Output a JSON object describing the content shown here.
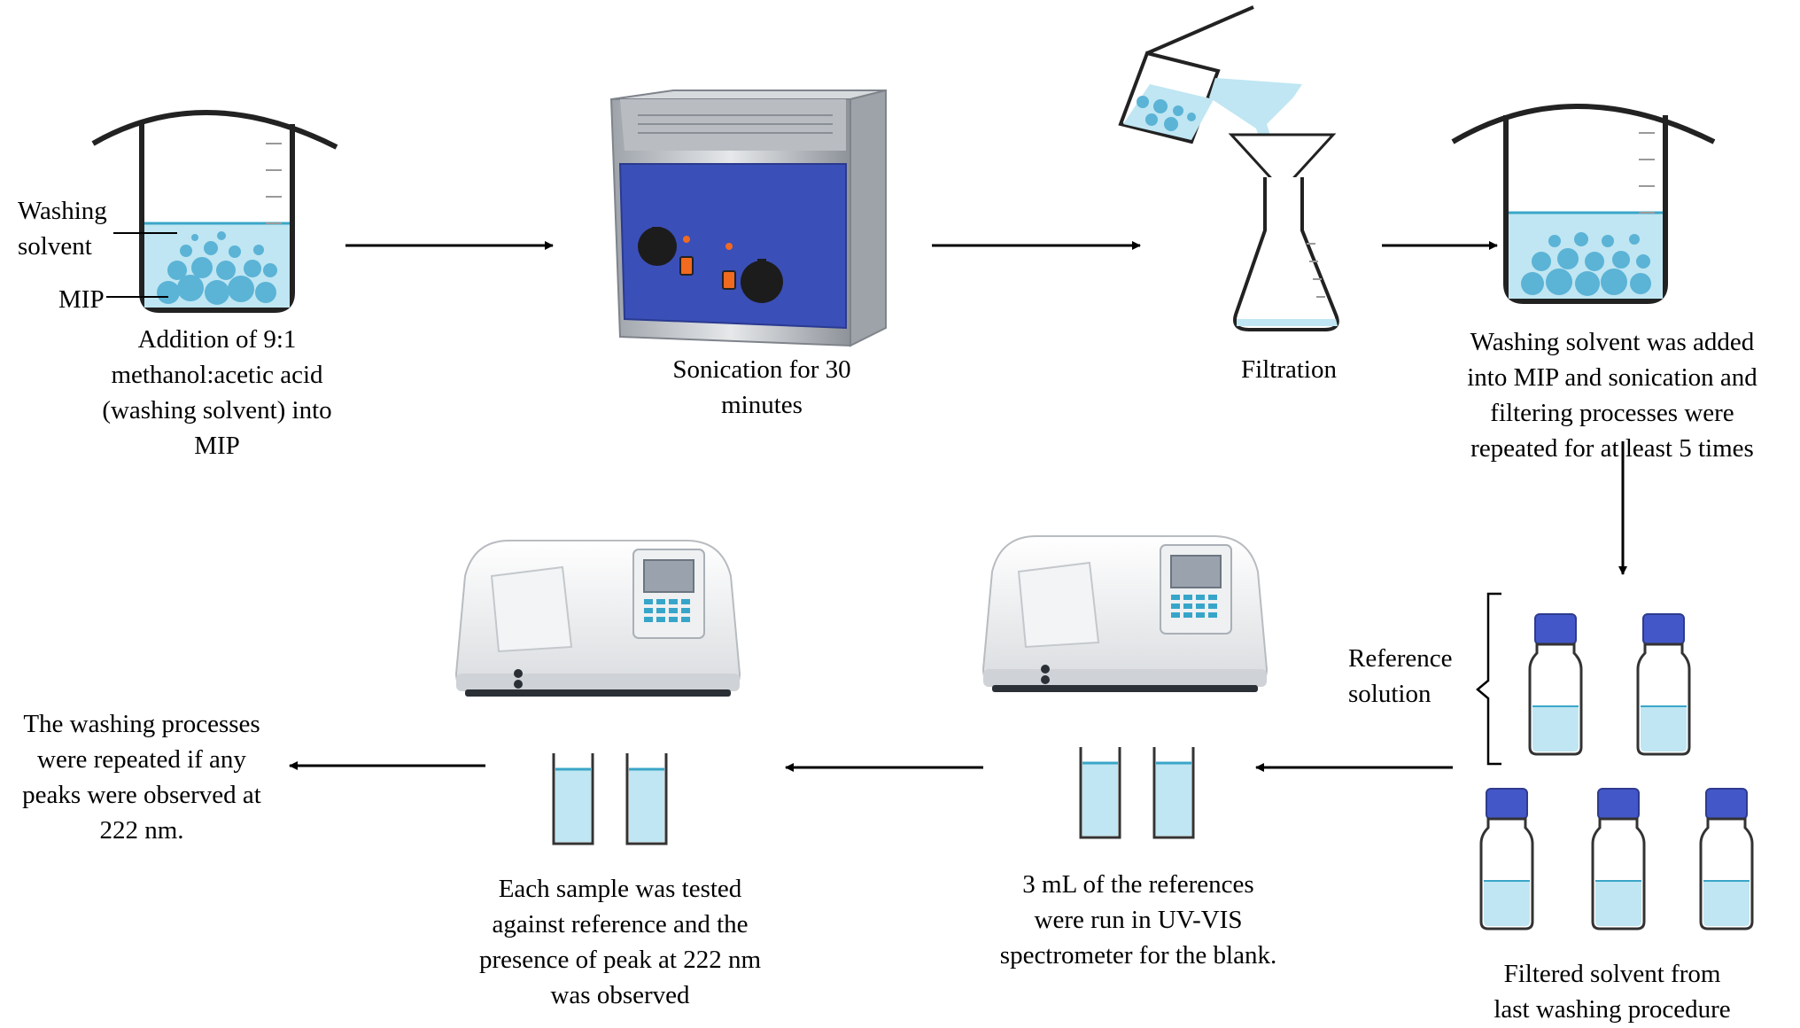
{
  "steps": {
    "addition": {
      "lines": [
        "Addition of 9:1",
        "methanol:acetic acid",
        "(washing solvent) into",
        "MIP"
      ]
    },
    "sonication": {
      "lines": [
        "Sonication for 30",
        "minutes"
      ]
    },
    "filtration": {
      "lines": [
        "Filtration"
      ]
    },
    "repeat": {
      "lines": [
        "Washing solvent was added",
        "into MIP and sonication and",
        "filtering processes were",
        "repeated for  at least 5 times"
      ]
    },
    "blank": {
      "lines": [
        "3 mL of the references",
        "were run in UV-VIS",
        "spectrometer for the blank."
      ]
    },
    "test": {
      "lines": [
        "Each sample was tested",
        "against reference and the",
        "presence of peak at 222 nm",
        "was observed"
      ]
    },
    "final": {
      "lines": [
        "The washing processes",
        "were repeated if any",
        "peaks were observed at",
        "222 nm."
      ]
    },
    "filtered": {
      "lines": [
        "Filtered solvent from",
        "last washing procedure"
      ]
    }
  },
  "callouts": {
    "washing_solvent": [
      "Washing",
      "solvent"
    ],
    "mip": "MIP",
    "reference_solution": [
      "Reference",
      "solution"
    ]
  },
  "colors": {
    "liquid": "#bfe6f2",
    "particles": "#5bb3d6",
    "bath_panel": "#3b4fb8",
    "vial_cap": "#4457c9",
    "steel": "#c9ccd1"
  }
}
